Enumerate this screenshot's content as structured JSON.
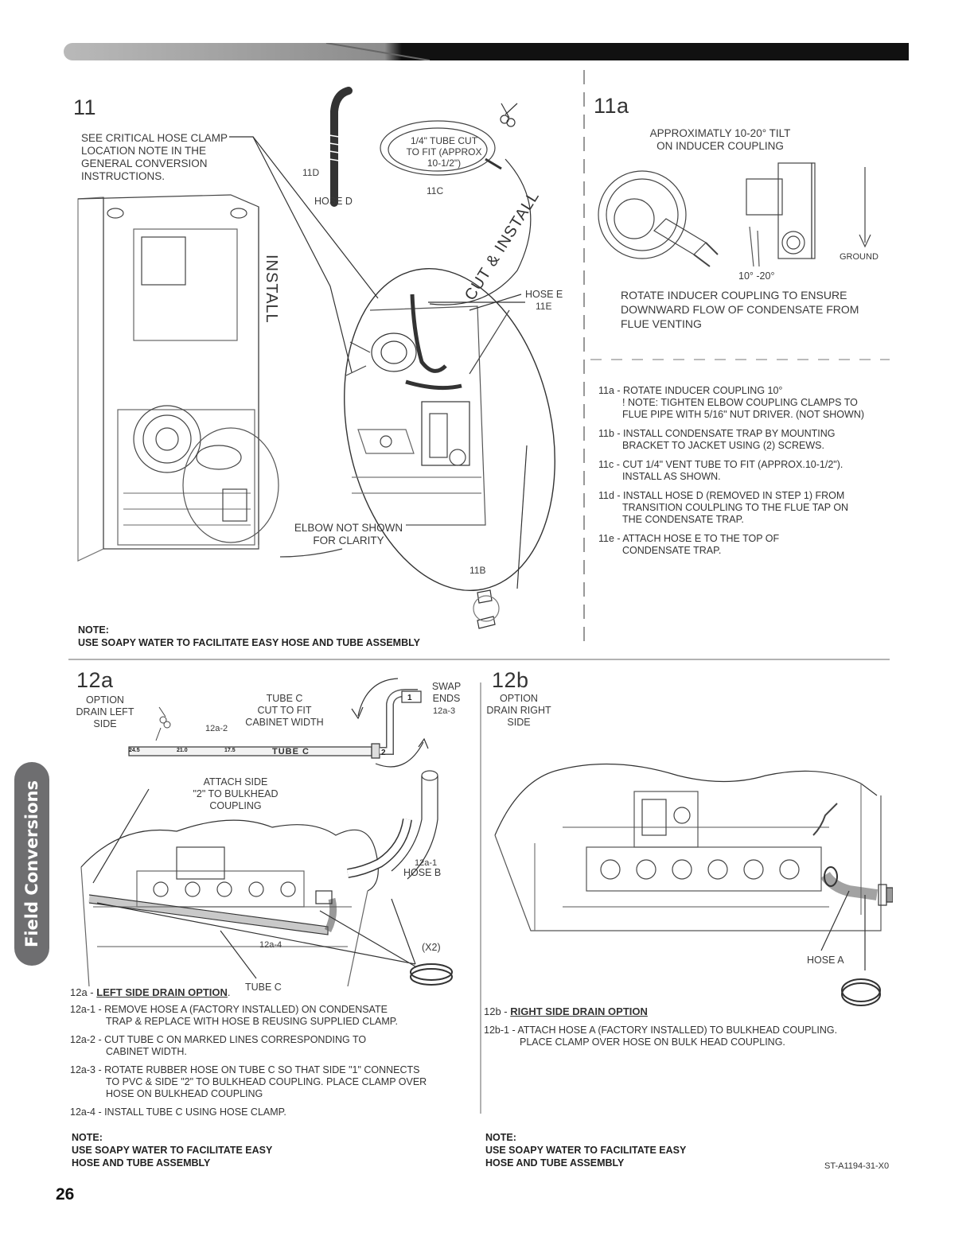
{
  "header": {
    "bar_color": "#111111",
    "fade_color": "#8c8c8c"
  },
  "side_tab": {
    "label": "Field Conversions",
    "color": "#6e6e70"
  },
  "page_number": "26",
  "doc_code": "ST-A1194-31-X0",
  "section11": {
    "number": "11",
    "critical_note": [
      "SEE CRITICAL HOSE CLAMP",
      "LOCATION NOTE IN THE",
      "GENERAL CONVERSION",
      "INSTRUCTIONS."
    ],
    "label_11d": "11d",
    "hose_d": "HOSE D",
    "tube_cut": [
      "1/4\" TUBE CUT",
      "TO FIT (APPROX",
      "10-1/2\")"
    ],
    "label_11c": "11c",
    "install": "INSTALL",
    "cut_install": "CUT & INSTALL",
    "hose_e": "HOSE E",
    "label_11e": "11e",
    "elbow_note": [
      "ELBOW NOT SHOWN",
      "FOR CLARITY"
    ],
    "label_11b": "11b",
    "note_title": "NOTE:",
    "note_body": "USE SOAPY WATER TO FACILITATE EASY HOSE AND TUBE ASSEMBLY"
  },
  "section11a": {
    "number": "11a",
    "tilt": [
      "APPROXIMATLY 10-20° TILT",
      "ON INDUCER COUPLING"
    ],
    "ground": "GROUND",
    "angle": "10° -20°",
    "rotate": [
      "ROTATE INDUCER COUPLING TO ENSURE",
      "DOWNWARD FLOW OF CONDENSATE FROM",
      "FLUE VENTING"
    ],
    "steps": [
      {
        "first": "11a - ROTATE INDUCER COUPLING 10°",
        "rest": [
          "! NOTE: TIGHTEN ELBOW COUPLING CLAMPS TO",
          "FLUE PIPE WITH 5/16\" NUT DRIVER. (NOT SHOWN)"
        ]
      },
      {
        "first": "11b - INSTALL CONDENSATE TRAP BY MOUNTING",
        "rest": [
          "BRACKET TO JACKET USING (2) SCREWS."
        ]
      },
      {
        "first": "11c - CUT 1/4\" VENT TUBE TO  FIT (APPROX.10-1/2\").",
        "rest": [
          "INSTALL AS SHOWN."
        ]
      },
      {
        "first": "11d - INSTALL HOSE D (REMOVED IN STEP 1) FROM",
        "rest": [
          "TRANSITION COULPLING TO THE FLUE TAP ON",
          "THE CONDENSATE TRAP."
        ]
      },
      {
        "first": "11e - ATTACH HOSE E TO THE TOP OF",
        "rest": [
          "CONDENSATE TRAP."
        ]
      }
    ]
  },
  "section12a": {
    "number": "12a",
    "option": [
      "OPTION",
      "DRAIN LEFT",
      "SIDE"
    ],
    "label_12a2": "12a-2",
    "tube_c_cut": [
      "TUBE C",
      "CUT TO FIT",
      "CABINET WIDTH"
    ],
    "swap": [
      "SWAP",
      "ENDS"
    ],
    "label_12a3": "12a-3",
    "tube_marks": [
      "24.5",
      "21.0",
      "17.5"
    ],
    "tube_label": "TUBE C",
    "end1": "1",
    "end2": "2",
    "attach": [
      "ATTACH SIDE",
      "\"2\" TO BULKHEAD",
      "COUPLING"
    ],
    "label_12a1": "12a-1",
    "hose_b": "HOSE B",
    "label_12a4": "12a-4",
    "x2": "(X2)",
    "tube_c": "TUBE C",
    "heading_prefix": "12a - ",
    "heading": "LEFT SIDE DRAIN OPTION",
    "heading_suffix": ".",
    "steps": [
      {
        "first": "12a-1 - REMOVE HOSE A (FACTORY INSTALLED) ON CONDENSATE",
        "rest": [
          "TRAP & REPLACE WITH HOSE B REUSING SUPPLIED CLAMP."
        ]
      },
      {
        "first": "12a-2 - CUT TUBE C ON MARKED LINES CORRESPONDING TO",
        "rest": [
          "CABINET WIDTH."
        ]
      },
      {
        "first": "12a-3 - ROTATE RUBBER HOSE ON TUBE C SO THAT SIDE \"1\" CONNECTS",
        "rest": [
          "TO PVC & SIDE \"2\" TO BULKHEAD COUPLING. PLACE CLAMP OVER",
          "HOSE ON BULKHEAD COUPLING"
        ]
      },
      {
        "first": "12a-4 - INSTALL TUBE C USING HOSE CLAMP.",
        "rest": []
      }
    ],
    "note_title": "NOTE:",
    "note_body": [
      "USE SOAPY WATER TO FACILITATE EASY",
      "HOSE AND TUBE ASSEMBLY"
    ]
  },
  "section12b": {
    "number": "12b",
    "option": [
      "OPTION",
      "DRAIN RIGHT",
      "SIDE"
    ],
    "hose_a": "HOSE A",
    "heading_prefix": "12b - ",
    "heading": "RIGHT SIDE DRAIN OPTION",
    "steps": [
      {
        "first": "12b-1 - ATTACH HOSE A (FACTORY INSTALLED) TO BULKHEAD COUPLING.",
        "rest": [
          "PLACE CLAMP OVER HOSE ON BULK HEAD COUPLING."
        ]
      }
    ],
    "note_title": "NOTE:",
    "note_body": [
      "USE SOAPY WATER TO FACILITATE EASY",
      "HOSE AND TUBE ASSEMBLY"
    ]
  }
}
